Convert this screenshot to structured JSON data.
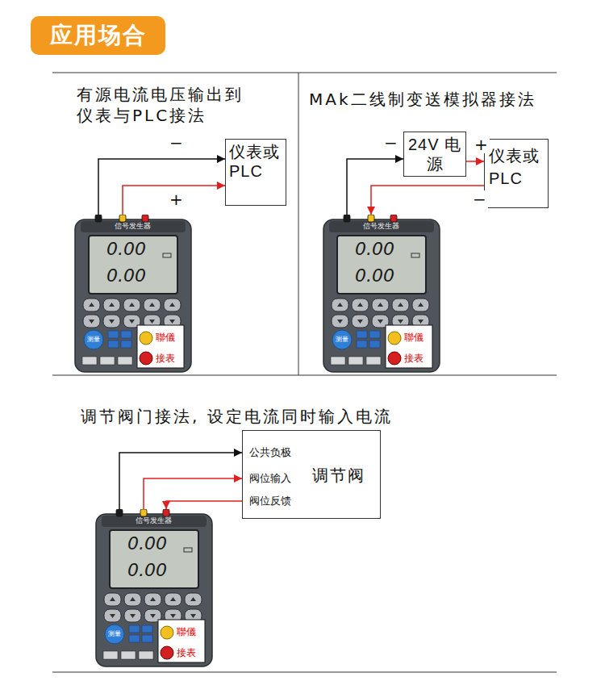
{
  "diagram": {
    "title": "应用场合",
    "nodes": [
      {
        "text": [
          "仪表或 PLC"
        ]
      },
      {
        "text": [
          "信号发生器",
          "0.00",
          "0.00",
          "测量",
          "聯儀",
          "接表"
        ]
      },
      {
        "text": [
          "24V 电源"
        ]
      },
      {
        "text": [
          "仪表或 PLC"
        ]
      },
      {
        "text": [
          "信号发生器",
          "0.00",
          "0.00",
          "测量",
          "聯儀",
          "接表"
        ]
      },
      {
        "text": [
          "调节阀",
          "公共负极",
          "阀位输入",
          "阀位反馈"
        ]
      },
      {
        "text": [
          "信号发生器",
          "0.00",
          "0.00",
          "测量",
          "聯儀",
          "接表"
        ]
      }
    ],
    "edges": [
      {
        "from": 1,
        "to": 0,
        "arrow": "to",
        "label": "−"
      },
      {
        "from": 1,
        "to": 0,
        "arrow": "to",
        "label": "+"
      },
      {
        "from": 4,
        "to": 2,
        "arrow": "to",
        "label": "−"
      },
      {
        "from": 2,
        "to": 3,
        "arrow": "to",
        "label": "+"
      },
      {
        "from": 3,
        "to": 4,
        "arrow": "to",
        "label": "−"
      },
      {
        "from": 6,
        "to": 5,
        "arrow": "to"
      },
      {
        "from": 6,
        "to": 5,
        "arrow": "to"
      },
      {
        "from": 5,
        "to": 6,
        "arrow": "to"
      }
    ],
    "labels": [
      "有源电流电压输出到 仪表与PLC接法",
      "MAk二线制变送模拟器接法",
      "调节阀门接法, 设定电流同时输入电流"
    ]
  }
}
